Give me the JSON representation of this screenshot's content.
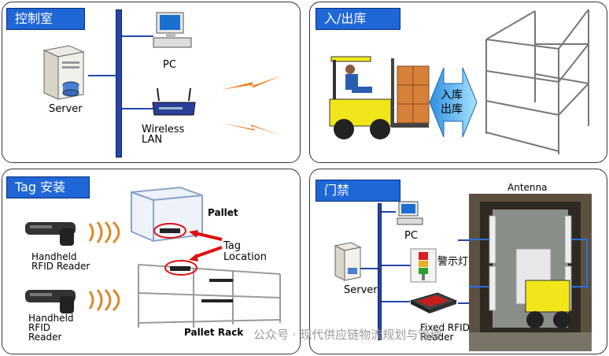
{
  "panels": {
    "control_room": {
      "title": "控制室",
      "server": "Server",
      "pc": "PC",
      "wireless": "Wireless\nLAN"
    },
    "inout": {
      "title": "入/出库",
      "arrow_text": "入库\n出库"
    },
    "tag_install": {
      "title": "Tag 安装",
      "handheld1": "Handheld\nRFID Reader",
      "handheld2": "Handheld\nRFID\nReader",
      "pallet": "Pallet",
      "tag_location": "Tag\nLocation",
      "pallet_rack": "Pallet Rack"
    },
    "gate": {
      "title": "门禁",
      "antenna": "Antenna",
      "pc": "PC",
      "server": "Server",
      "warning": "警示灯",
      "fixed_reader": "Fixed RFID\nReader"
    }
  },
  "watermark": "公众号 · 现代供应链物流规划与管理",
  "colors": {
    "title_bg": "#1f66d6",
    "bus": "#2546a8",
    "signal": "#f07a1a",
    "forklift": "#f2e61a"
  }
}
